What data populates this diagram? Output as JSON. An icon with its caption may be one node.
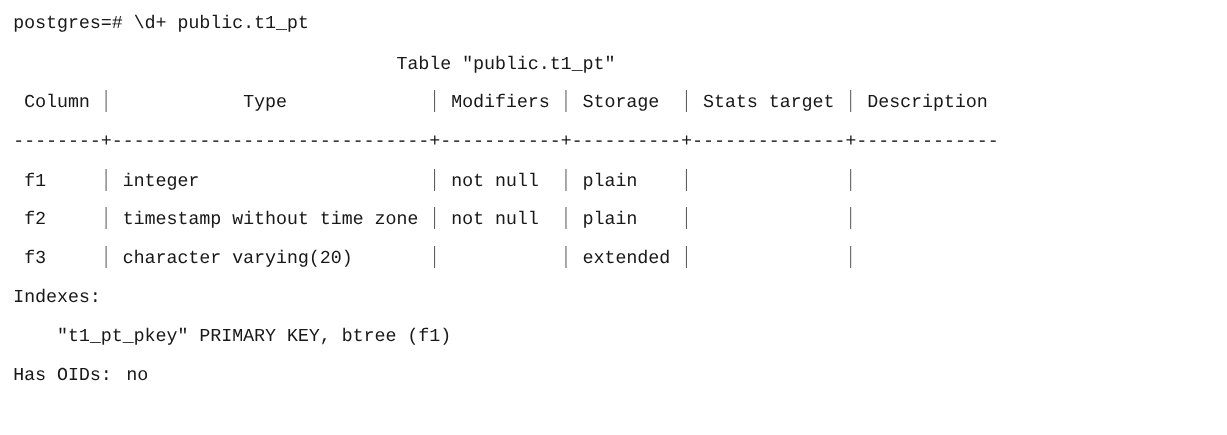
{
  "diagram": {
    "labels": [
      "postgres=# \\d+ public.t1_pt",
      "Table \"public.t1_pt\"",
      "Column",
      "Type",
      "Modifiers",
      "Storage",
      "Stats target",
      "Description",
      "--------+-----------------------------+-----------+----------+--------------+-------------",
      "f1",
      "integer",
      "not null",
      "plain",
      "f2",
      "timestamp without time zone",
      "not null",
      "plain",
      "f3",
      "character varying(20)",
      "extended",
      "Indexes:",
      "\"t1_pt_pkey\" PRIMARY KEY, btree (f1)",
      "Has OIDs: no"
    ]
  }
}
